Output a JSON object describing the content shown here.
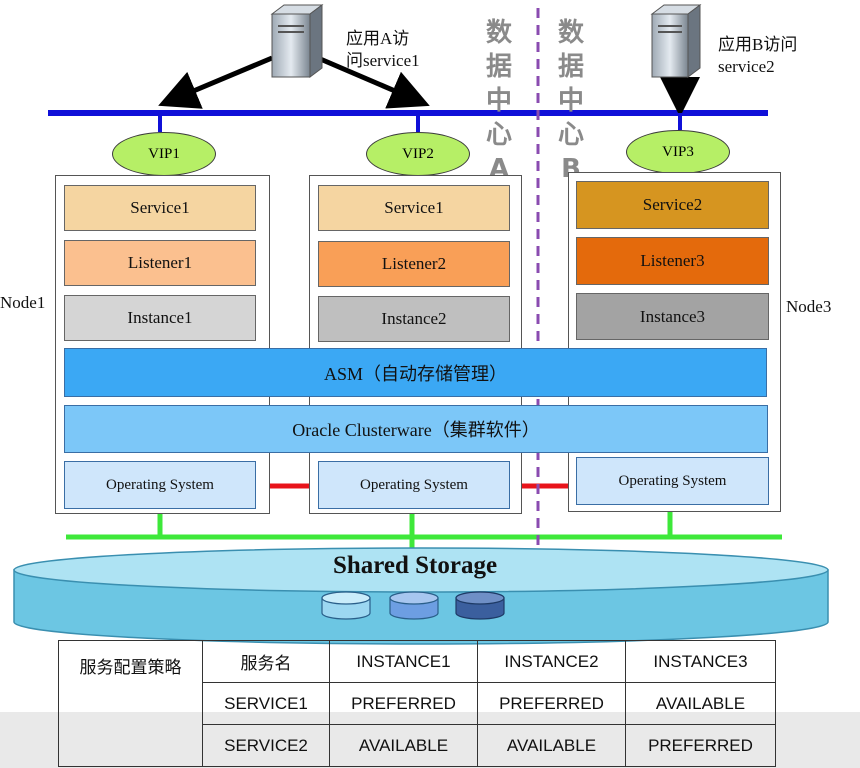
{
  "client_a_label": [
    "应用A访",
    "问service1"
  ],
  "client_b_label": [
    "应用B访问",
    "service2"
  ],
  "datacenter_a": [
    "数",
    "据",
    "中",
    "心",
    "A"
  ],
  "datacenter_b": [
    "数",
    "据",
    "中",
    "心",
    "B"
  ],
  "vips": [
    "VIP1",
    "VIP2",
    "VIP3"
  ],
  "nodes": [
    {
      "label": "Node1",
      "service": "Service1",
      "listener": "Listener1",
      "instance": "Instance1",
      "os": "Operating System"
    },
    {
      "label": "",
      "service": "Service1",
      "listener": "Listener2",
      "instance": "Instance2",
      "os": "Operating System"
    },
    {
      "label": "Node3",
      "service": "Service2",
      "listener": "Listener3",
      "instance": "Instance3",
      "os": "Operating System"
    }
  ],
  "asm_label": "ASM（自动存储管理）",
  "clusterware_label": "Oracle Clusterware（集群软件）",
  "storage_label": "Shared Storage",
  "config_table": {
    "row_header": "服务配置策略",
    "headers": [
      "服务名",
      "INSTANCE1",
      "INSTANCE2",
      "INSTANCE3"
    ],
    "rows": [
      [
        "SERVICE1",
        "PREFERRED",
        "PREFERRED",
        "AVAILABLE"
      ],
      [
        "SERVICE2",
        "AVAILABLE",
        "AVAILABLE",
        "PREFERRED"
      ]
    ]
  },
  "colors": {
    "public_network": "#1010d8",
    "private_interconnect": "#e8141b",
    "storage_network": "#3ee83a",
    "asm": "#3ba8f4",
    "clusterware": "#7cc7f8",
    "vip": "#b6ef66",
    "datacenter_divider": "#8a4bb0",
    "storage": "#7fcfe8"
  }
}
